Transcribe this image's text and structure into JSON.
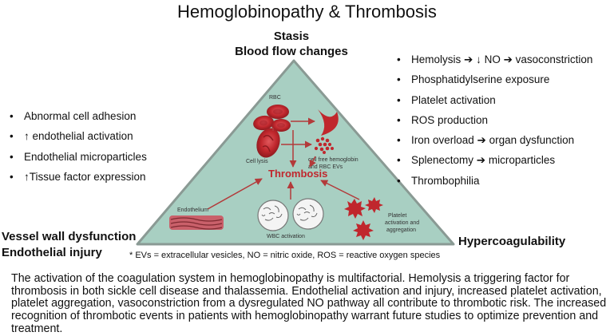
{
  "title": "Hemoglobinopathy & Thrombosis",
  "vertices": {
    "top": [
      "Stasis",
      "Blood flow changes"
    ],
    "left": [
      "Vessel wall dysfunction",
      "Endothelial injury"
    ],
    "right": "Hypercoagulability"
  },
  "left_list": [
    "Abnormal cell adhesion",
    "↑ endothelial activation",
    "Endothelial microparticles",
    "↑Tissue factor expression"
  ],
  "right_list": [
    "Hemolysis ➔ ↓ NO  ➔ vasoconstriction",
    "Phosphatidylserine exposure",
    "Platelet activation",
    "ROS production",
    "Iron overload ➔ organ dysfunction",
    "Splenectomy ➔ microparticles",
    "Thrombophilia"
  ],
  "bullet": "•",
  "diagram": {
    "center": "Thrombosis",
    "rbc": "RBC",
    "cell_lysis": "Cell lysis",
    "cell_free": [
      "cell free hemoglobin",
      "and RBC EVs"
    ],
    "endothelium": "Endothelium",
    "wbc": "WBC activation",
    "platelet": [
      "Platelet",
      "activation and",
      "aggregation"
    ]
  },
  "colors": {
    "triangle_fill": "#a8cfc2",
    "triangle_stroke": "#8a9a94",
    "rbc": "#c0272d",
    "arrow": "#b33a3a"
  },
  "footnote": "* EVs = extracellular vesicles, NO = nitric oxide, ROS = reactive oxygen species",
  "summary": "The activation of the coagulation system in hemoglobinopathy is multifactorial.  Hemolysis a triggering factor for thrombosis in both sickle cell disease and thalassemia. Endothelial activation and injury, increased  platelet activation, platelet  aggregation, vasoconstriction from a dysregulated NO pathway all contribute to thrombotic risk. The increased recognition of thrombotic events in patients with hemoglobinopathy warrant future studies to optimize prevention and treatment."
}
